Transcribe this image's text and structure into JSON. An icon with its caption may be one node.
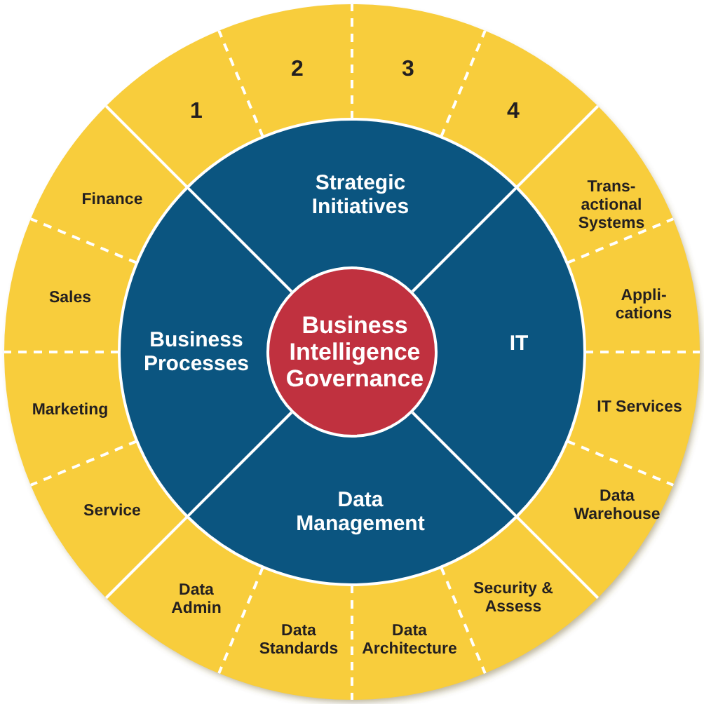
{
  "diagram": {
    "nodes": [
      {
        "text": [
          "1"
        ]
      },
      {
        "text": [
          "2"
        ]
      },
      {
        "text": [
          "3"
        ]
      },
      {
        "text": [
          "4"
        ]
      },
      {
        "text": [
          "Finance"
        ]
      },
      {
        "text": [
          "Strategic Initiatives"
        ]
      },
      {
        "text": [
          "Trans-actional Systems"
        ]
      },
      {
        "text": [
          "Sales"
        ]
      },
      {
        "text": [
          "Appli-cations"
        ]
      },
      {
        "text": [
          "Business Processes"
        ]
      },
      {
        "text": [
          "Business Intelligence Governance"
        ]
      },
      {
        "text": [
          "IT"
        ]
      },
      {
        "text": [
          "Marketing"
        ]
      },
      {
        "text": [
          "IT Services"
        ]
      },
      {
        "text": [
          "Service"
        ]
      },
      {
        "text": [
          "Data Warehouse"
        ]
      },
      {
        "text": [
          "Data Management"
        ]
      },
      {
        "text": [
          "Data Admin"
        ]
      },
      {
        "text": [
          "Security & Assess"
        ]
      },
      {
        "text": [
          "Data Standards"
        ]
      },
      {
        "text": [
          "Data Architecture"
        ]
      }
    ]
  }
}
